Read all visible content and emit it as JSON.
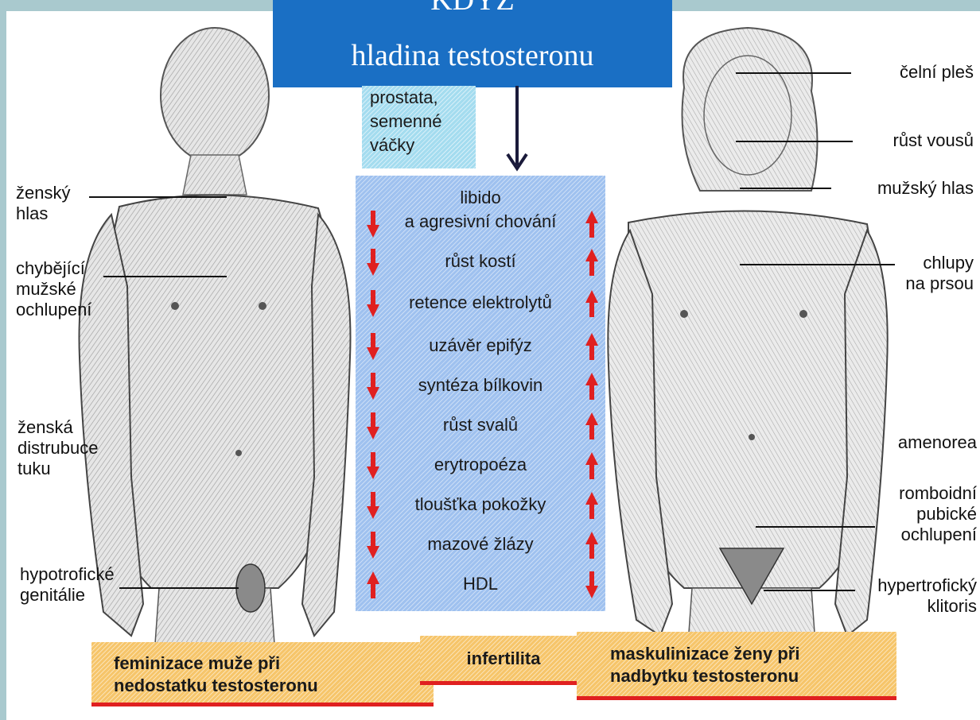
{
  "title": {
    "line1": "KDYŽ",
    "line2": "hladina testosteronu"
  },
  "prostata": {
    "lines": [
      "prostata,",
      "semenné",
      "váčky"
    ]
  },
  "center_items": [
    {
      "label_line1": "libido",
      "label_line2": "a agresivní chování",
      "left_arrow": "down",
      "right_arrow": "up"
    },
    {
      "label_line1": "růst kostí",
      "left_arrow": "down",
      "right_arrow": "up"
    },
    {
      "label_line1": "retence elektrolytů",
      "left_arrow": "down",
      "right_arrow": "up"
    },
    {
      "label_line1": "uzávěr epifýz",
      "left_arrow": "down",
      "right_arrow": "up"
    },
    {
      "label_line1": "syntéza bílkovin",
      "left_arrow": "down",
      "right_arrow": "up"
    },
    {
      "label_line1": "růst svalů",
      "left_arrow": "down",
      "right_arrow": "up"
    },
    {
      "label_line1": "erytropoéza",
      "left_arrow": "down",
      "right_arrow": "up"
    },
    {
      "label_line1": "tloušťka pokožky",
      "left_arrow": "down",
      "right_arrow": "up"
    },
    {
      "label_line1": "mazové žlázy",
      "left_arrow": "down",
      "right_arrow": "up"
    },
    {
      "label_line1": "HDL",
      "left_arrow": "up",
      "right_arrow": "down"
    }
  ],
  "left_labels": [
    {
      "lines": [
        "ženský",
        "hlas"
      ]
    },
    {
      "lines": [
        "chybějící",
        "mužské",
        "ochlupení"
      ]
    },
    {
      "lines": [
        "ženská",
        "distrubuce",
        "tuku"
      ]
    },
    {
      "lines": [
        "hypotrofické",
        "genitálie"
      ]
    }
  ],
  "right_labels": [
    {
      "lines": [
        "čelní pleš"
      ]
    },
    {
      "lines": [
        "růst vousů"
      ]
    },
    {
      "lines": [
        "mužský hlas"
      ]
    },
    {
      "lines": [
        "chlupy",
        "na prsou"
      ]
    },
    {
      "lines": [
        "amenorea"
      ]
    },
    {
      "lines": [
        "romboidní",
        "pubické",
        "ochlupení"
      ]
    },
    {
      "lines": [
        "hypertrofický",
        "klitoris"
      ]
    }
  ],
  "footer": {
    "left": [
      "feminizace muže při",
      "nedostatku testosteronu"
    ],
    "center": "infertilita",
    "right": [
      "maskulinizace ženy při",
      "nadbytku testosteronu"
    ]
  },
  "colors": {
    "title_bg": "#1a6fc4",
    "arrow_red": "#e02020",
    "center_bg": "#9fc1ef",
    "footer_bg": "#f6c56a"
  }
}
